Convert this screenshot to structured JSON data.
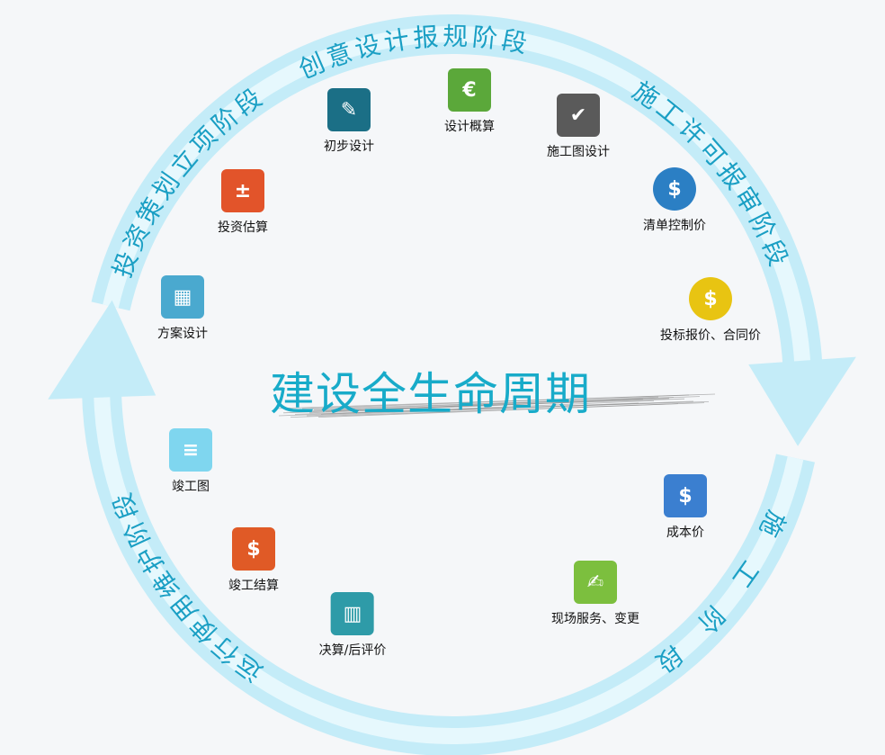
{
  "title": "建设全生命周期",
  "phases": [
    {
      "label": "投资策划立项阶段"
    },
    {
      "label": "创意设计报规阶段"
    },
    {
      "label": "施工许可报审阶段"
    },
    {
      "label": "施工阶段"
    },
    {
      "label": "运行使用维护阶段"
    }
  ],
  "items": [
    {
      "label": "初步设计",
      "icon": "tools-icon",
      "glyph": "✎",
      "color": "#1b6f86"
    },
    {
      "label": "设计概算",
      "icon": "money-helmet-icon",
      "glyph": "€",
      "color": "#5ba83a"
    },
    {
      "label": "施工图设计",
      "icon": "checklist-icon",
      "glyph": "✔",
      "color": "#5a5a5a"
    },
    {
      "label": "投资估算",
      "icon": "calculator-icon",
      "glyph": "±",
      "color": "#e2542a"
    },
    {
      "label": "清单控制价",
      "icon": "dollar-growth-icon",
      "glyph": "$",
      "color": "#2b7fc4"
    },
    {
      "label": "方案设计",
      "icon": "cubes-icon",
      "glyph": "▦",
      "color": "#4aa9cf"
    },
    {
      "label": "投标报价、合同价",
      "icon": "dollar-network-icon",
      "glyph": "$",
      "color": "#e8c412"
    },
    {
      "label": "竣工图",
      "icon": "document-icon",
      "glyph": "≡",
      "color": "#7fd6ef"
    },
    {
      "label": "成本价",
      "icon": "house-dollar-icon",
      "glyph": "$",
      "color": "#3b7fd0"
    },
    {
      "label": "竣工结算",
      "icon": "cash-icon",
      "glyph": "$",
      "color": "#e05a26"
    },
    {
      "label": "现场服务、变更",
      "icon": "check-card-icon",
      "glyph": "✍",
      "color": "#7cbf3e"
    },
    {
      "label": "决算/后评价",
      "icon": "building-icon",
      "glyph": "▥",
      "color": "#2e9ba8"
    }
  ]
}
